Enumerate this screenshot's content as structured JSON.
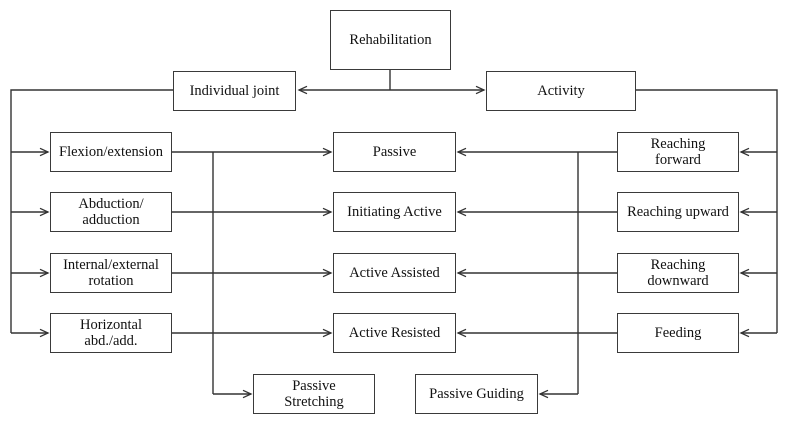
{
  "figure": {
    "background_color": "#ffffff",
    "line_color": "#333333",
    "box_border_color": "#3a3a3a",
    "text_color": "#111111"
  },
  "nodes": {
    "rehabilitation": {
      "label": "Rehabilitation"
    },
    "individual_joint": {
      "label": "Individual joint"
    },
    "activity": {
      "label": "Activity"
    },
    "flexion_extension": {
      "label": "Flexion/extension"
    },
    "abduction_adduction": {
      "label": "Abduction/\nadduction"
    },
    "internal_external_rotation": {
      "label": "Internal/external\nrotation"
    },
    "horizontal_abd_add": {
      "label": "Horizontal\nabd./add."
    },
    "passive": {
      "label": "Passive"
    },
    "initiating_active": {
      "label": "Initiating Active"
    },
    "active_assisted": {
      "label": "Active Assisted"
    },
    "active_resisted": {
      "label": "Active Resisted"
    },
    "reaching_forward": {
      "label": "Reaching\nforward"
    },
    "reaching_upward": {
      "label": "Reaching upward"
    },
    "reaching_downward": {
      "label": "Reaching\ndownward"
    },
    "feeding": {
      "label": "Feeding"
    },
    "passive_stretching": {
      "label": "Passive\nStretching"
    },
    "passive_guiding": {
      "label": "Passive Guiding"
    }
  },
  "edges": [
    {
      "from": "rehabilitation",
      "to": "individual_joint"
    },
    {
      "from": "rehabilitation",
      "to": "activity"
    },
    {
      "from": "individual_joint",
      "to": "flexion_extension"
    },
    {
      "from": "individual_joint",
      "to": "abduction_adduction"
    },
    {
      "from": "individual_joint",
      "to": "internal_external_rotation"
    },
    {
      "from": "individual_joint",
      "to": "horizontal_abd_add"
    },
    {
      "from": "flexion_extension",
      "to": "passive"
    },
    {
      "from": "abduction_adduction",
      "to": "initiating_active"
    },
    {
      "from": "internal_external_rotation",
      "to": "active_assisted"
    },
    {
      "from": "horizontal_abd_add",
      "to": "active_resisted"
    },
    {
      "from": "joint_movement_trunk",
      "to": "passive_stretching"
    },
    {
      "from": "activity",
      "to": "reaching_forward"
    },
    {
      "from": "activity",
      "to": "reaching_upward"
    },
    {
      "from": "activity",
      "to": "reaching_downward"
    },
    {
      "from": "activity",
      "to": "feeding"
    },
    {
      "from": "reaching_forward",
      "to": "passive"
    },
    {
      "from": "reaching_upward",
      "to": "initiating_active"
    },
    {
      "from": "reaching_downward",
      "to": "active_assisted"
    },
    {
      "from": "feeding",
      "to": "active_resisted"
    },
    {
      "from": "activity_trunk",
      "to": "passive_guiding"
    }
  ]
}
